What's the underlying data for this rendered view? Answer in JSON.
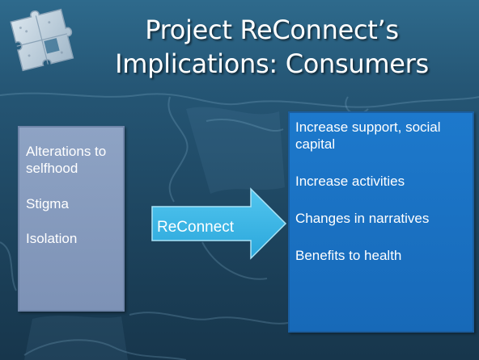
{
  "slide": {
    "title_line1": "Project ReConnect’s",
    "title_line2": "Implications: Consumers"
  },
  "left_box": {
    "items": [
      "Alterations to selfhood",
      "Stigma",
      "Isolation"
    ]
  },
  "arrow": {
    "label": "ReConnect"
  },
  "right_box": {
    "items": [
      "Increase support, social capital",
      "Increase activities",
      "Changes in narratives",
      "Benefits to health"
    ]
  },
  "colors": {
    "background": "#21506e",
    "left_box": "#8ea3c4",
    "right_box": "#1d79cc",
    "arrow": "#3ab6e6",
    "text": "#ffffff"
  },
  "icons": [
    "puzzle-icon"
  ]
}
